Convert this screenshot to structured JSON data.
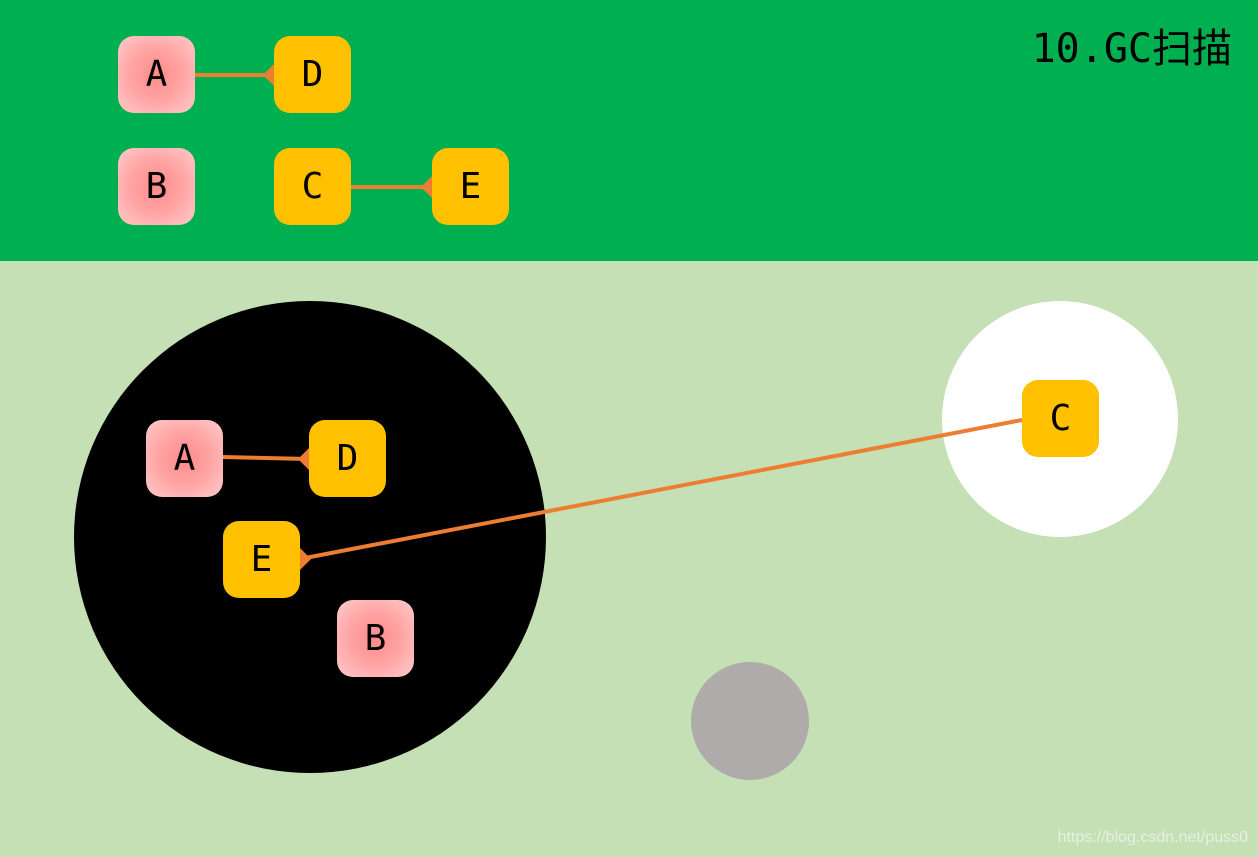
{
  "title": "10.GC扫描",
  "watermark": "https://blog.csdn.net/puss0",
  "colors": {
    "top_bg": "#00af50",
    "bottom_bg": "#c5e0b4",
    "edge": "#ed7d31",
    "yellow": "#ffc000"
  },
  "top_nodes": {
    "a": "A",
    "b": "B",
    "c": "C",
    "d": "D",
    "e": "E"
  },
  "bottom_nodes": {
    "a": "A",
    "b": "B",
    "c": "C",
    "d": "D",
    "e": "E"
  }
}
